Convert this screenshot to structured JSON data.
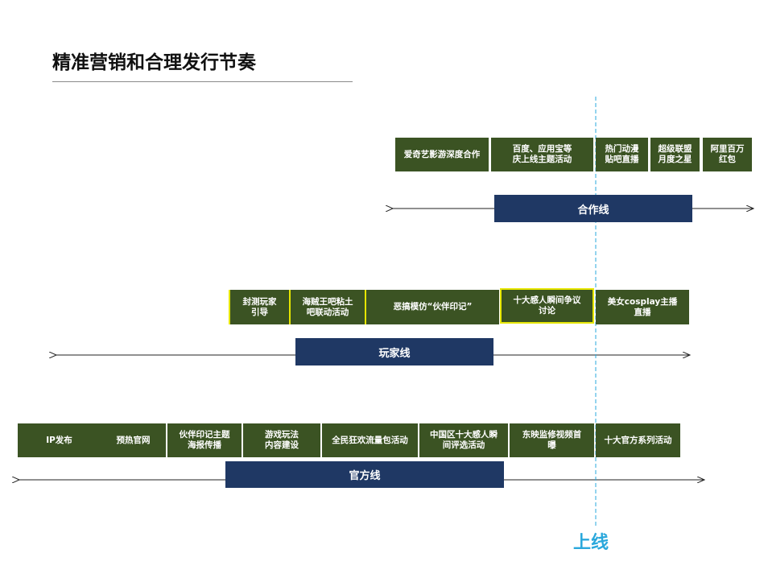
{
  "title": "精准营销和合理发行节奏",
  "launch_label": "上线",
  "colors": {
    "box": "#3b5323",
    "bar": "#1f3864",
    "launch": "#2aa8dc",
    "highlight_border": "#e6e600"
  },
  "cooperation": {
    "bar_label": "合作线",
    "items": [
      "爱奇艺影游深度合作",
      "百度、应用宝等\n庆上线主题活动",
      "热门动漫\n贴吧直播",
      "超级联盟\n月度之星",
      "阿里百万\n红包"
    ]
  },
  "player": {
    "bar_label": "玩家线",
    "items": [
      "封测玩家\n引导",
      "海贼王吧粘土\n吧联动活动",
      "恶搞模仿“伙伴印记”",
      "十大感人瞬间争议\n讨论",
      "美女cosplay主播\n直播"
    ]
  },
  "official": {
    "bar_label": "官方线",
    "items": [
      "IP发布",
      "预热官网",
      "伙伴印记主题\n海报传播",
      "游戏玩法\n内容建设",
      "全民狂欢流量包活动",
      "中国区十大感人瞬\n间评选活动",
      "东映监修视频首\n曝",
      "十大官方系列活动"
    ]
  }
}
